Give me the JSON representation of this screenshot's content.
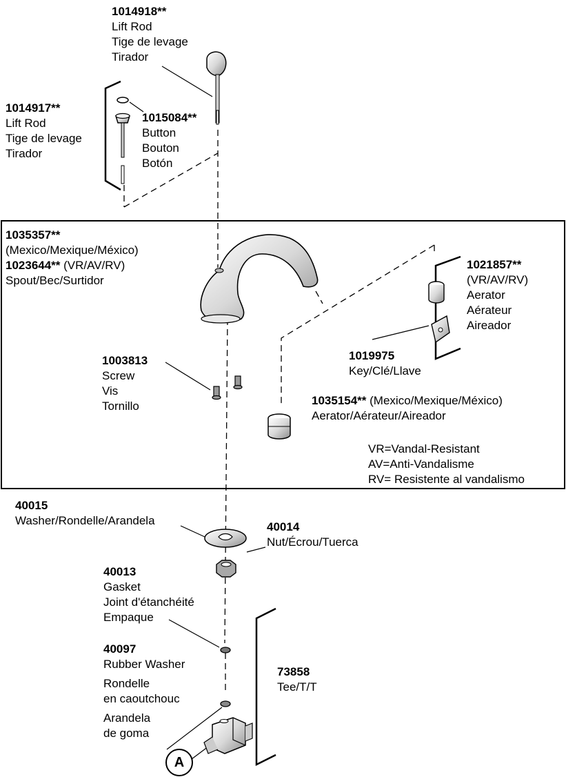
{
  "parts": [
    {
      "id": "lift-rod-top",
      "number": "1014918**",
      "lines": [
        "Lift Rod",
        "Tige de levage",
        "Tirador"
      ]
    },
    {
      "id": "lift-rod-left",
      "number": "1014917**",
      "lines": [
        "Lift Rod",
        "Tige de levage",
        "Tirador"
      ]
    },
    {
      "id": "button",
      "number": "1015084**",
      "lines": [
        "Button",
        "Bouton",
        "Botón"
      ]
    },
    {
      "id": "spout",
      "number": "1035357**",
      "lines": [
        "(Mexico/Mexique/México)"
      ],
      "number2": "1023644**",
      "number2_suffix": " (VR/AV/RV)",
      "lines2": [
        "Spout/Bec/Surtidor"
      ]
    },
    {
      "id": "aerator-vr",
      "number": "1021857**",
      "lines": [
        "(VR/AV/RV)",
        "Aerator",
        "Aérateur",
        "Aireador"
      ]
    },
    {
      "id": "key",
      "number": "1019975",
      "lines": [
        "Key/Clé/Llave"
      ]
    },
    {
      "id": "screw",
      "number": "1003813",
      "lines": [
        "Screw",
        "Vis",
        "Tornillo"
      ]
    },
    {
      "id": "aerator-mx",
      "number": "1035154**",
      "number_suffix": " (Mexico/Mexique/México)",
      "lines": [
        "Aerator/Aérateur/Aireador"
      ]
    },
    {
      "id": "washer",
      "number": "40015",
      "lines": [
        "Washer/Rondelle/Arandela"
      ]
    },
    {
      "id": "nut",
      "number": "40014",
      "lines": [
        "Nut/Écrou/Tuerca"
      ]
    },
    {
      "id": "gasket",
      "number": "40013",
      "lines": [
        "Gasket",
        "Joint d'étanchéité",
        "Empaque"
      ]
    },
    {
      "id": "rubber-washer",
      "number": "40097",
      "lines": [
        "Rubber Washer",
        "Rondelle",
        "en caoutchouc",
        "Arandela",
        "de goma"
      ]
    },
    {
      "id": "tee",
      "number": "73858",
      "lines": [
        "Tee/T/T"
      ]
    }
  ],
  "legend": [
    "VR=Vandal-Resistant",
    "AV=Anti-Vandalisme",
    "RV= Resistente al vandalismo"
  ],
  "callout": "A"
}
